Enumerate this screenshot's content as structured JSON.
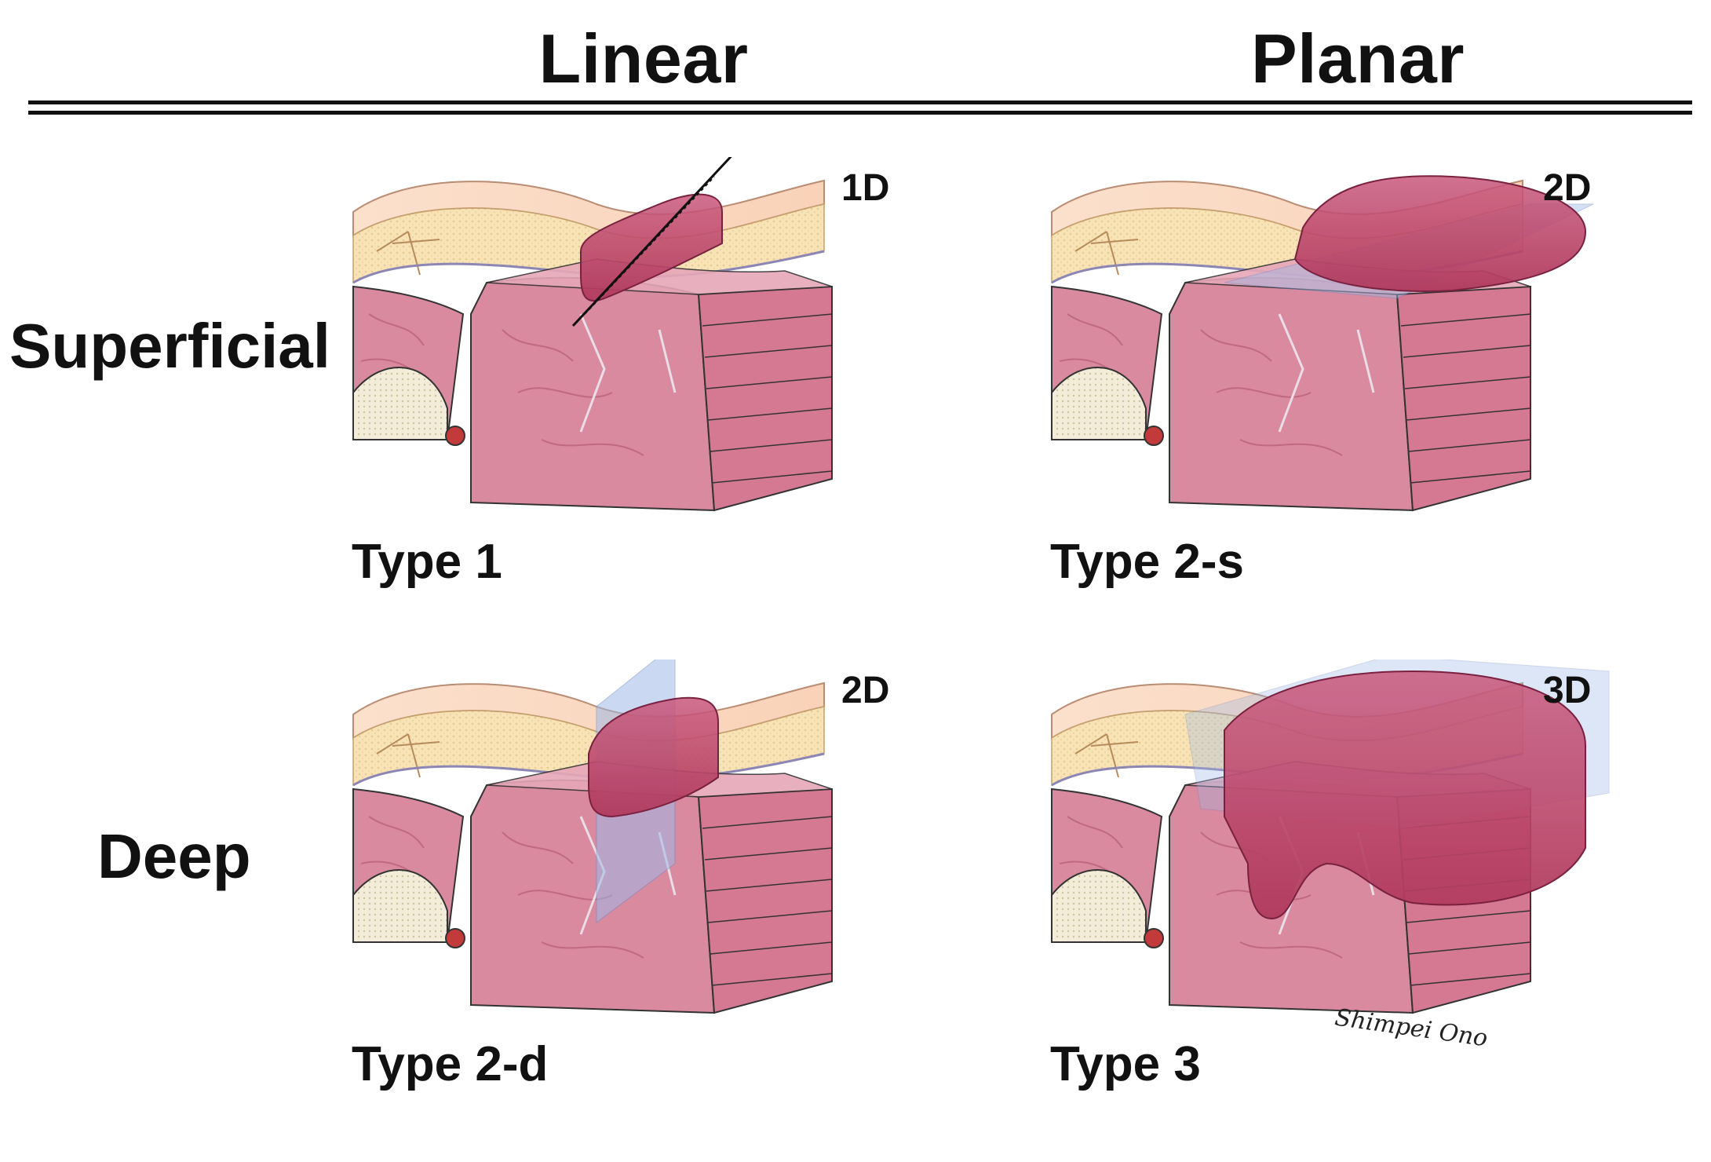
{
  "columns": {
    "linear": "Linear",
    "planar": "Planar"
  },
  "rows": {
    "superficial": "Superficial",
    "deep": "Deep"
  },
  "panels": [
    {
      "type_label": "Type 1",
      "dimension": "1D",
      "mode": "line"
    },
    {
      "type_label": "Type 2-s",
      "dimension": "2D",
      "mode": "hplane"
    },
    {
      "type_label": "Type 2-d",
      "dimension": "2D",
      "mode": "vplane"
    },
    {
      "type_label": "Type 3",
      "dimension": "3D",
      "mode": "box"
    }
  ],
  "signature": "Shimpei Ono",
  "colors": {
    "skin": "#f9d2b8",
    "fat": "#f7e3b6",
    "muscle": "#d98a9f",
    "muscle_dark": "#c06a82",
    "lesion": "#b03a5e",
    "plane": "#9fb9e6",
    "bone": "#f2ecd8"
  }
}
